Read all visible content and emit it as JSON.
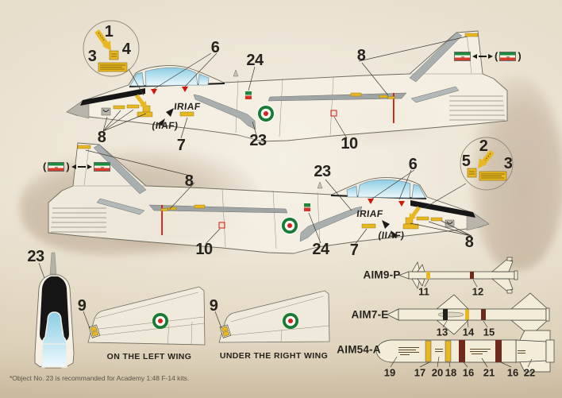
{
  "sheet": {
    "footer_note": "*Object No. 23 is recommanded for Academy 1:48 F-14 kits.",
    "palette": {
      "paper": "#e7dfcf",
      "stencil_yellow": "#e8b823",
      "warning_red": "#d11a0a",
      "flag_green": "#1c8a3e",
      "flag_red": "#d93a2b",
      "roundel_green": "#157a33",
      "canopy_blue": "#9ed7ea",
      "band_maroon": "#6e2a1c"
    }
  },
  "detail_circle_top": {
    "num_stripe": "1",
    "num_text_block": "3",
    "num_square": "4"
  },
  "detail_circle_mid": {
    "num_stripe": "2",
    "num_square": "5",
    "num_text_block": "3"
  },
  "aircraft_top_profile": {
    "callout_canopy_warning": "6",
    "callout_spine_marks": "24",
    "callout_tail_stencils": "8",
    "callout_cockpit_stencils": "8",
    "callout_iriaf_decal": "7",
    "callout_intake_edge": "23",
    "callout_fuselage_square": "10",
    "iriaf_text": "IRIAF",
    "iiaf_text": "(IIAF)",
    "flag_alt_open": "(",
    "flag_alt_close": ")"
  },
  "aircraft_mid_profile": {
    "callout_canopy_warning": "6",
    "callout_spine_marks": "24",
    "callout_tail_stencils": "8",
    "callout_cockpit_stencils": "8",
    "callout_iriaf_decal": "7",
    "callout_intake_edge": "23",
    "callout_fuselage_square": "10",
    "iriaf_text": "IRIAF",
    "iiaf_text": "(IIAF)",
    "flag_alt_open": "(",
    "flag_alt_close": ")"
  },
  "nose_front_view": {
    "callout": "23"
  },
  "wing_diagrams": {
    "left": {
      "callout": "9",
      "caption": "ON THE LEFT WING"
    },
    "right": {
      "callout": "9",
      "caption": "UNDER THE RIGHT WING"
    }
  },
  "missiles": [
    {
      "name": "AIM9-P",
      "callouts": [
        "11",
        "12"
      ]
    },
    {
      "name": "AIM7-E",
      "callouts": [
        "13",
        "14",
        "15"
      ]
    },
    {
      "name": "AIM54-A",
      "callouts": [
        "19",
        "17",
        "20",
        "18",
        "16",
        "21",
        "16",
        "22"
      ]
    }
  ]
}
